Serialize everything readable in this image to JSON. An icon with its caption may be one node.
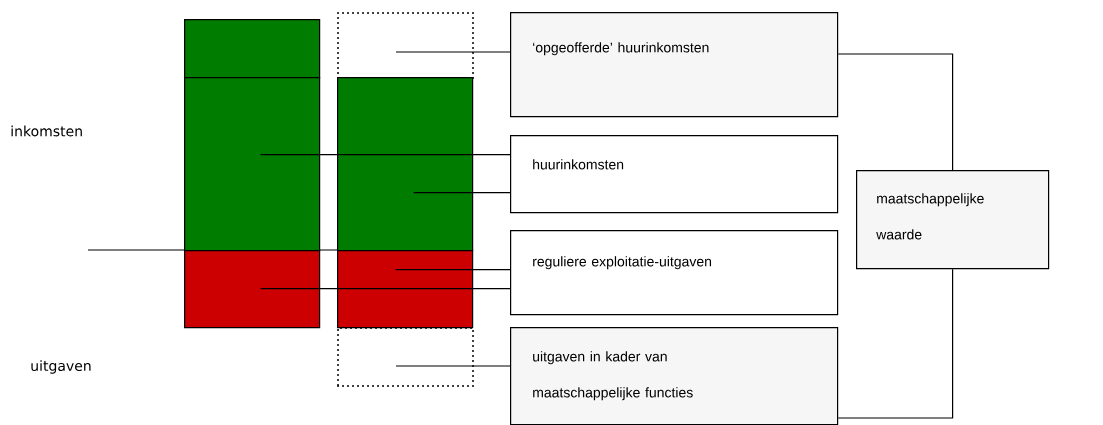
{
  "diagram": {
    "nodes": [
      {
        "text": [],
        "shape": "bar"
      },
      {
        "text": [],
        "shape": "bar"
      },
      {
        "text": [],
        "shape": "bar"
      },
      {
        "text": [],
        "shape": "box"
      },
      {
        "text": [],
        "shape": "bar"
      },
      {
        "text": [],
        "shape": "bar"
      },
      {
        "text": [],
        "shape": "box"
      },
      {
        "text": [
          "‘opgeofferde’ huurinkomsten"
        ]
      },
      {
        "text": [
          "huurinkomsten"
        ]
      },
      {
        "text": [
          "reguliere exploitatie-uitgaven"
        ]
      },
      {
        "text": [
          "uitgaven in kader van maatschappelijke functies"
        ]
      },
      {
        "text": [
          "maatschappelijke waarde"
        ]
      }
    ],
    "edges": [
      {
        "from": 3,
        "to": 7,
        "arrow": "none"
      },
      {
        "from": 1,
        "to": 8,
        "arrow": "none"
      },
      {
        "from": 4,
        "to": 8,
        "arrow": "none"
      },
      {
        "from": 5,
        "to": 9,
        "arrow": "none"
      },
      {
        "from": 2,
        "to": 9,
        "arrow": "none"
      },
      {
        "from": 6,
        "to": 10,
        "arrow": "none"
      },
      {
        "from": 7,
        "to": 11,
        "arrow": "none"
      },
      {
        "from": 10,
        "to": 11,
        "arrow": "none"
      }
    ],
    "labels": [
      "inkomsten",
      "uitgaven"
    ]
  }
}
